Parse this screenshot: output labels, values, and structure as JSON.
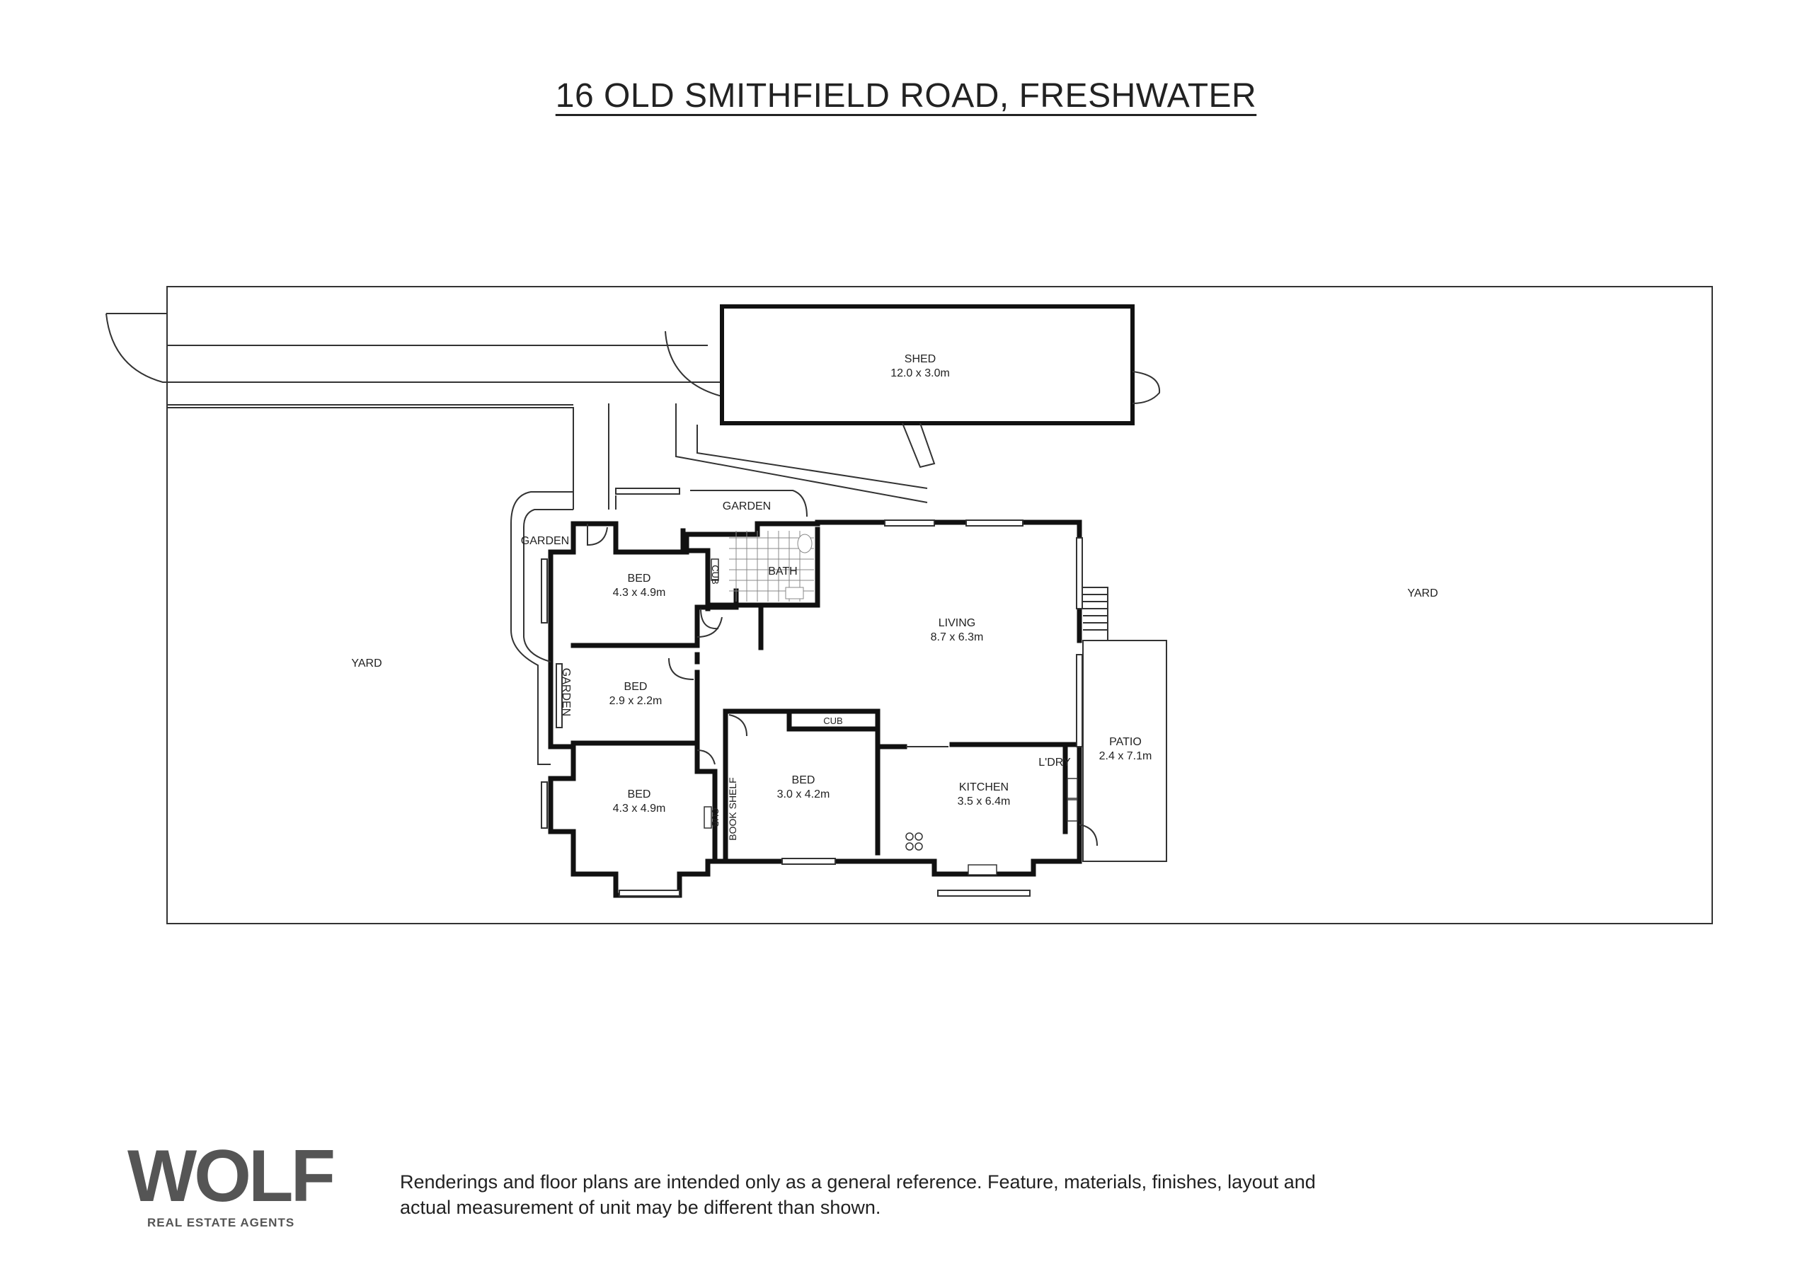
{
  "title": "16 OLD SMITHFIELD ROAD, FRESHWATER",
  "rooms": {
    "shed": {
      "name": "SHED",
      "size": "12.0 x 3.0m"
    },
    "living": {
      "name": "LIVING",
      "size": "8.7 x 6.3m"
    },
    "kitchen": {
      "name": "KITCHEN",
      "size": "3.5 x 6.4m"
    },
    "patio": {
      "name": "PATIO",
      "size": "2.4 x 7.1m"
    },
    "bed_top": {
      "name": "BED",
      "size": "4.3 x 4.9m"
    },
    "bed_small": {
      "name": "BED",
      "size": "2.9 x 2.2m"
    },
    "bed_bottom": {
      "name": "BED",
      "size": "4.3 x 4.9m"
    },
    "bed_middle": {
      "name": "BED",
      "size": "3.0 x 4.2m"
    },
    "bath": {
      "name": "BATH"
    },
    "laundry": {
      "name": "L'DRY"
    }
  },
  "labels": {
    "yard_left": "YARD",
    "yard_right": "YARD",
    "garden_top": "GARDEN",
    "garden_corner": "GARDEN",
    "garden_side": "GARDEN",
    "cub_bath": "CUB",
    "cub_bed": "CUB",
    "cub_bed_bottom": "CUB",
    "book_shelf": "BOOK SHELF"
  },
  "logo": {
    "brand": "WOLF",
    "tagline": "REAL ESTATE AGENTS"
  },
  "disclaimer": {
    "line1": "Renderings and floor plans are intended only as a general reference. Feature, materials, finishes, layout and",
    "line2": "actual measurement of unit may be different than shown."
  }
}
